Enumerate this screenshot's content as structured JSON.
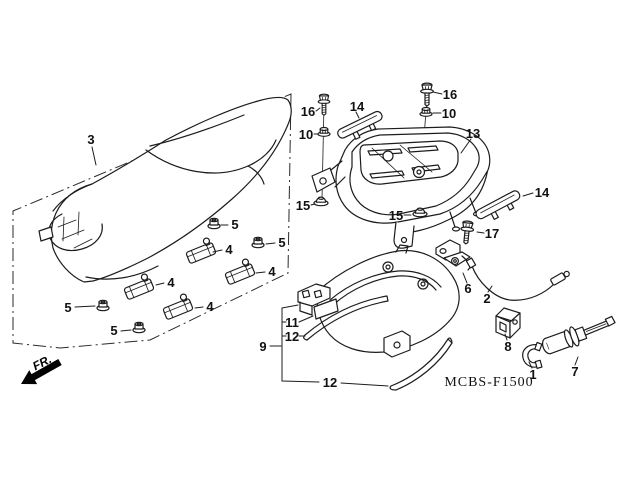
{
  "diagram": {
    "figure_code": "MCBS-F1500",
    "front_marker": "FR.",
    "ink_color": "#1c1c1c",
    "background_color": "#ffffff",
    "subject": "seat / rear carrier parts diagram"
  },
  "callouts": [
    {
      "part": "seat",
      "label": "3"
    },
    {
      "part": "carrier-bolt-left",
      "label": "16"
    },
    {
      "part": "carrier-flange-nut-left",
      "label": "10"
    },
    {
      "part": "carrier-rubber-pad-left",
      "label": "14"
    },
    {
      "part": "carrier-cap-nut-left",
      "label": "15"
    },
    {
      "part": "carrier-bolt-right",
      "label": "16"
    },
    {
      "part": "carrier-flange-nut-right",
      "label": "10"
    },
    {
      "part": "rear-carrier",
      "label": "13"
    },
    {
      "part": "carrier-rubber-pad-right",
      "label": "14"
    },
    {
      "part": "carrier-cap-nut-right",
      "label": "15"
    },
    {
      "part": "latch-bolt",
      "label": "17"
    },
    {
      "part": "seat-latch",
      "label": "6"
    },
    {
      "part": "seat-lock-cable",
      "label": "2"
    },
    {
      "part": "lock-rubber-bracket",
      "label": "8"
    },
    {
      "part": "lock-clip",
      "label": "1"
    },
    {
      "part": "seat-lock-cylinder",
      "label": "7"
    },
    {
      "part": "rear-cowl",
      "label": "9"
    },
    {
      "part": "cowl-mat",
      "label": "11"
    },
    {
      "part": "cowl-trim-front",
      "label": "12"
    },
    {
      "part": "cowl-trim-rear",
      "label": "12"
    },
    {
      "part": "seat-nut-a",
      "label": "5"
    },
    {
      "part": "seat-nut-b",
      "label": "5"
    },
    {
      "part": "seat-nut-c",
      "label": "5"
    },
    {
      "part": "seat-nut-d",
      "label": "5"
    },
    {
      "part": "seat-clip-a",
      "label": "4"
    },
    {
      "part": "seat-clip-b",
      "label": "4"
    },
    {
      "part": "seat-clip-c",
      "label": "4"
    },
    {
      "part": "seat-clip-d",
      "label": "4"
    }
  ]
}
